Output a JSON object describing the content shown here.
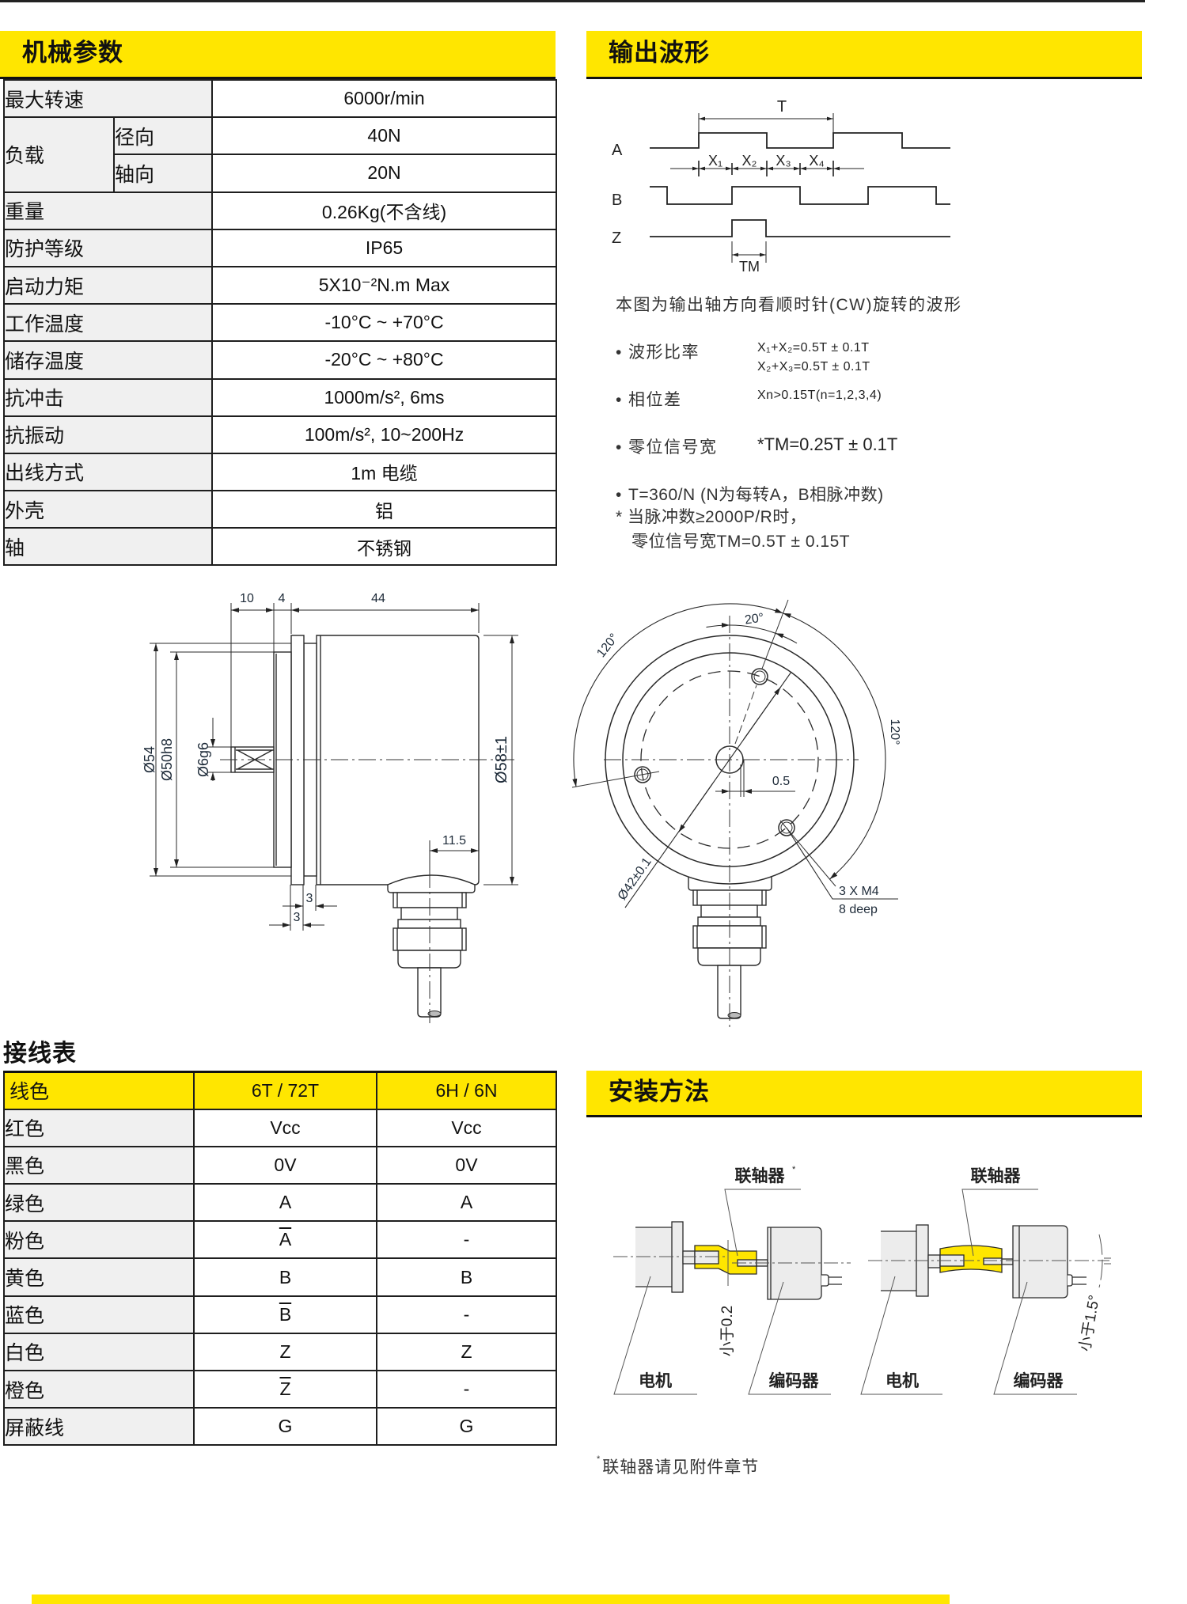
{
  "colors": {
    "accent_yellow": "#FFE600",
    "label_cell_bg": "#F0F0F0",
    "border": "#1E1E1E"
  },
  "mechanical": {
    "title": "机械参数",
    "rows": [
      {
        "label": "最大转速",
        "value": "6000r/min"
      },
      {
        "label": "负载",
        "sub": [
          {
            "label": "径向",
            "value": "40N"
          },
          {
            "label": "轴向",
            "value": "20N"
          }
        ]
      },
      {
        "label": "重量",
        "value": "0.26Kg(不含线)"
      },
      {
        "label": "防护等级",
        "value": "IP65"
      },
      {
        "label": "启动力矩",
        "value": "5X10⁻²N.m Max"
      },
      {
        "label": "工作温度",
        "value": "-10°C ~ +70°C"
      },
      {
        "label": "储存温度",
        "value": "-20°C ~ +80°C"
      },
      {
        "label": "抗冲击",
        "value": "1000m/s², 6ms"
      },
      {
        "label": "抗振动",
        "value": "100m/s², 10~200Hz"
      },
      {
        "label": "出线方式",
        "value": "1m 电缆"
      },
      {
        "label": "外壳",
        "value": "铝"
      },
      {
        "label": "轴",
        "value": "不锈钢"
      }
    ]
  },
  "waveform": {
    "title": "输出波形",
    "diagram": {
      "channel_a": "A",
      "channel_b": "B",
      "channel_z": "Z",
      "period": "T",
      "x1": "X₁",
      "x2": "X₂",
      "x3": "X₃",
      "x4": "X₄",
      "tm": "TM"
    },
    "caption": "本图为输出轴方向看顺时针(CW)旋转的波形",
    "bullet": "•",
    "specs": [
      {
        "label": "波形比率",
        "values": [
          "X₁+X₂=0.5T ± 0.1T",
          "X₂+X₃=0.5T ± 0.1T"
        ]
      },
      {
        "label": "相位差",
        "values": [
          "Xn>0.15T(n=1,2,3,4)"
        ]
      },
      {
        "label": "零位信号宽",
        "values": [
          "*TM=0.25T ± 0.1T"
        ]
      }
    ],
    "period_note": "T=360/N (N为每转A，B相脉冲数)",
    "star_note_line1": "*  当脉冲数≥2000P/R时，",
    "star_note_line2": "零位信号宽TM=0.5T ± 0.15T"
  },
  "drawings": {
    "side_view": {
      "dim_shaft_length": "10",
      "dim_spigot": "4",
      "dim_body_length": "44",
      "dia_flange": "Ø54",
      "dia_spigot": "Ø50h8",
      "dia_shaft": "Ø6g6",
      "dia_body": "Ø58±1",
      "dim_gland_offset": "11.5",
      "dim_flange_thickness": "3",
      "dim_gap": "3"
    },
    "front_view": {
      "angle_left": "120°",
      "angle_right": "120°",
      "angle_offset": "20°",
      "dia_bolt_circle": "Ø42±0.1",
      "dim_flat": "0.5",
      "thread": "3 X M4",
      "thread_depth": "8 deep"
    }
  },
  "wiring": {
    "title": "接线表",
    "headers": [
      "线色",
      "6T / 72T",
      "6H / 6N"
    ],
    "rows": [
      {
        "color": "红色",
        "t": "Vcc",
        "h": "Vcc"
      },
      {
        "color": "黑色",
        "t": "0V",
        "h": "0V"
      },
      {
        "color": "绿色",
        "t": "A",
        "h": "A"
      },
      {
        "color": "粉色",
        "t": "A",
        "t_overline": true,
        "h": "-"
      },
      {
        "color": "黄色",
        "t": "B",
        "h": "B"
      },
      {
        "color": "蓝色",
        "t": "B",
        "t_overline": true,
        "h": "-"
      },
      {
        "color": "白色",
        "t": "Z",
        "h": "Z"
      },
      {
        "color": "橙色",
        "t": "Z",
        "t_overline": true,
        "h": "-"
      },
      {
        "color": "屏蔽线",
        "t": "G",
        "h": "G"
      }
    ]
  },
  "installation": {
    "title": "安装方法",
    "left": {
      "coupling_label": "联轴器",
      "coupling_mark": "*",
      "motor_label": "电机",
      "encoder_label": "编码器",
      "tolerance": "小于0.2"
    },
    "right": {
      "coupling_label": "联轴器",
      "motor_label": "电机",
      "encoder_label": "编码器",
      "tolerance": "小于1.5°"
    },
    "footnote": {
      "mark": "*",
      "text": "联轴器请见附件章节"
    }
  }
}
